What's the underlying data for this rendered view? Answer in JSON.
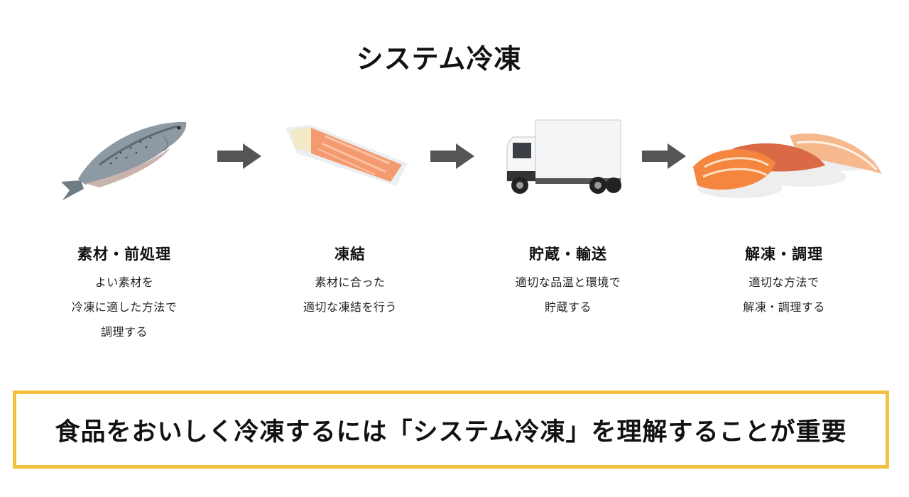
{
  "title": "システム冷凍",
  "steps": [
    {
      "image": "salmon-fish",
      "heading": "素材・前処理",
      "lines": [
        "よい素材を",
        "冷凍に適した方法で",
        "調理する"
      ]
    },
    {
      "image": "vacuum-packed-salmon-fillet",
      "heading": "凍結",
      "lines": [
        "素材に合った",
        "適切な凍結を行う"
      ]
    },
    {
      "image": "delivery-truck",
      "heading": "貯蔵・輸送",
      "lines": [
        "適切な品温と環境で",
        "貯蔵する"
      ]
    },
    {
      "image": "sushi-plate",
      "heading": "解凍・調理",
      "lines": [
        "適切な方法で",
        "解凍・調理する"
      ]
    }
  ],
  "arrow_icon": "right-arrow-icon",
  "summary": "食品をおいしく冷凍するには「システム冷凍」を理解することが重要",
  "colors": {
    "arrow": "#555555",
    "border": "#f2c13f",
    "text": "#111111"
  }
}
